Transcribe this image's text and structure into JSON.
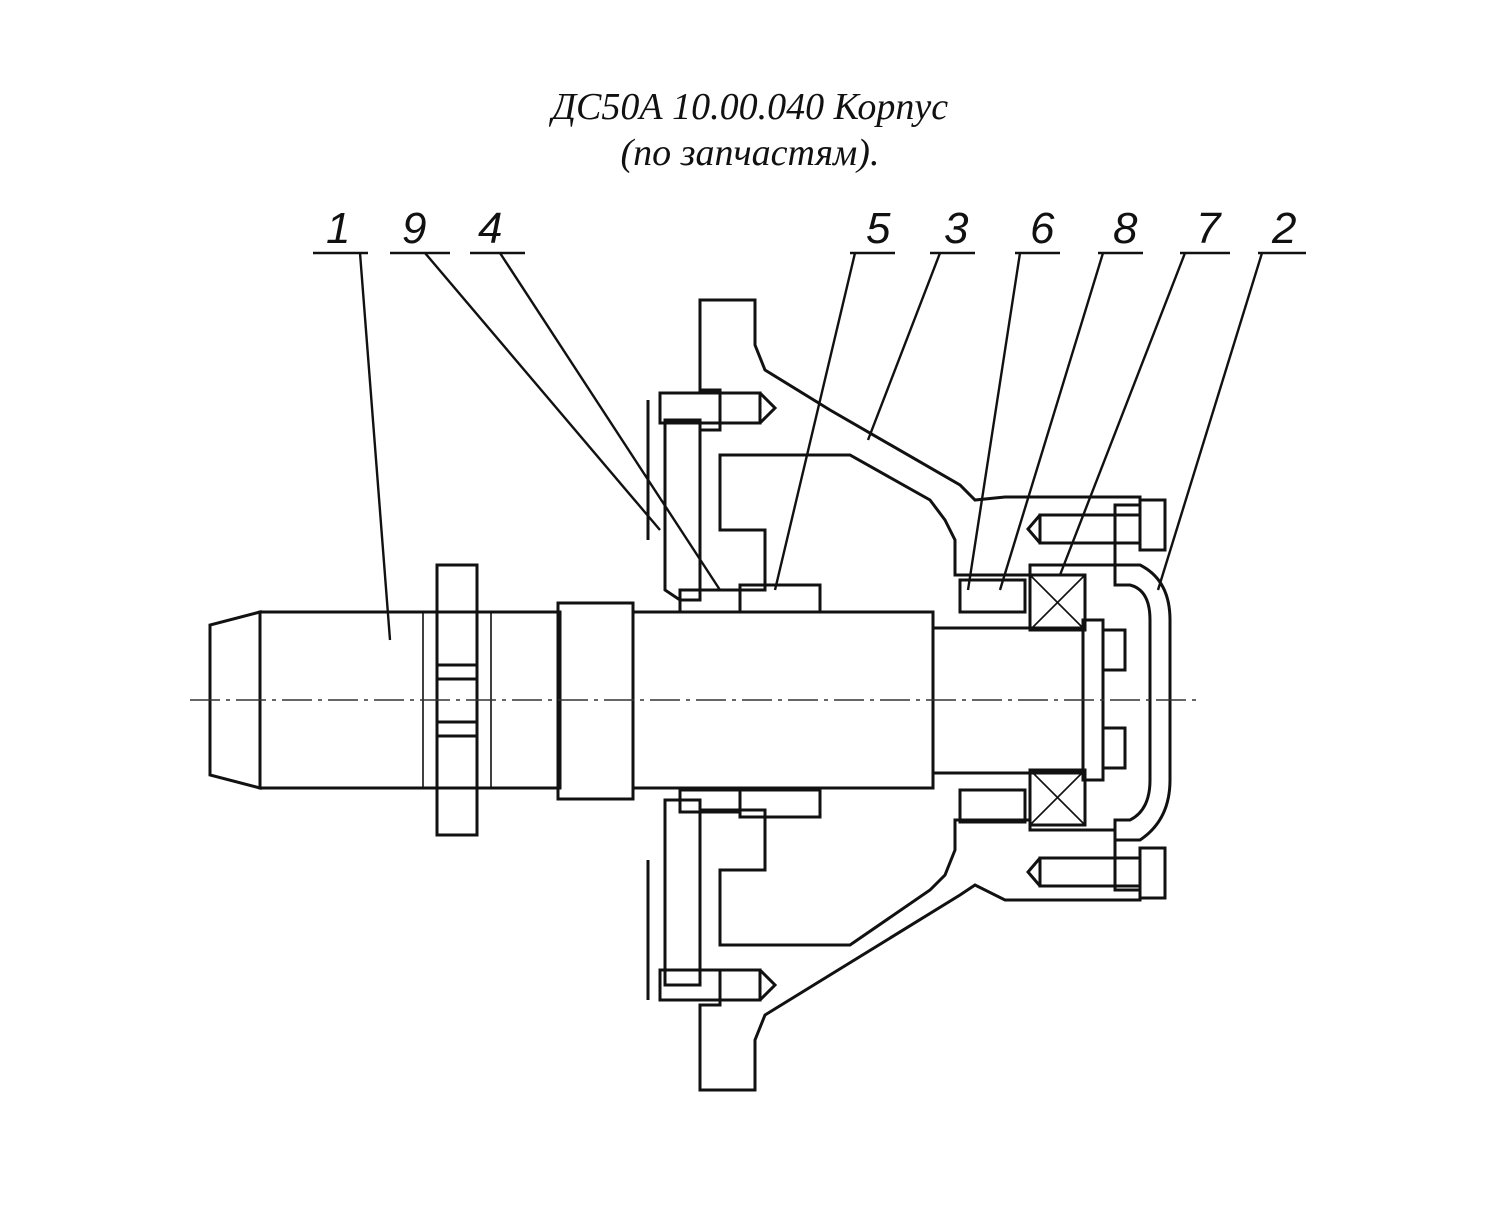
{
  "title": {
    "line1": "ДС50А 10.00.040 Корпус",
    "line2": "(по запчастям)."
  },
  "callouts": [
    {
      "id": "c1",
      "label": "1"
    },
    {
      "id": "c9",
      "label": "9"
    },
    {
      "id": "c4",
      "label": "4"
    },
    {
      "id": "c5",
      "label": "5"
    },
    {
      "id": "c3",
      "label": "3"
    },
    {
      "id": "c6",
      "label": "6"
    },
    {
      "id": "c8",
      "label": "8"
    },
    {
      "id": "c7",
      "label": "7"
    },
    {
      "id": "c2",
      "label": "2"
    }
  ]
}
